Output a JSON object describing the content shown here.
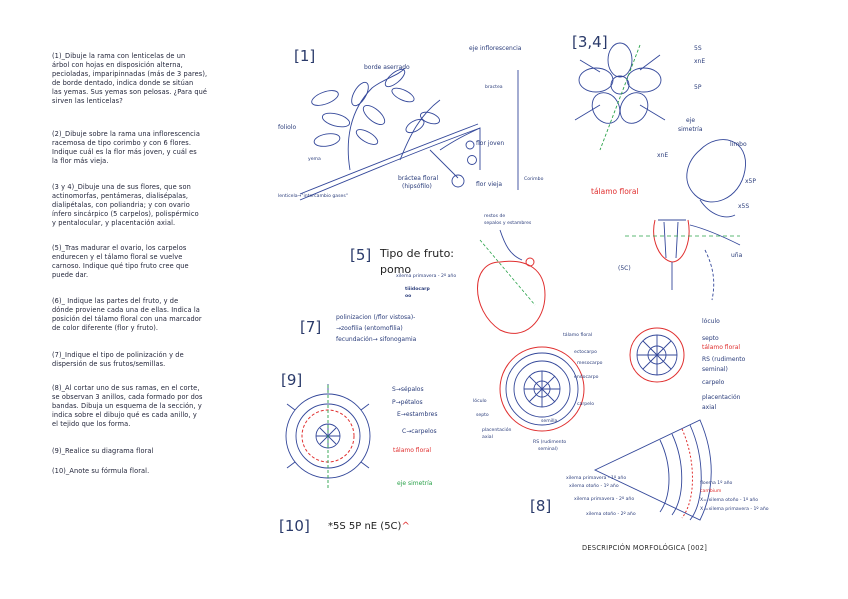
{
  "questions": [
    [
      "(1)_Dibuje la rama con lenticelas de un",
      "árbol con hojas en disposición alterna,",
      "pecioladas, imparipinnadas (más de 3 pares),",
      "de borde dentado, indica donde se sitúan",
      "las yemas. Sus yemas son pelosas. ¿Para qué",
      "sirven las lenticelas?"
    ],
    [
      "(2)_Dibuje sobre la rama una inflorescencia",
      "racemosa de tipo corimbo y con 6 flores.",
      "Indique cuál es la flor más joven, y cuál es",
      "la flor más vieja."
    ],
    [
      "(3 y 4)_Dibuje una de sus flores, que son",
      "actinomorfas, pentámeras, dialisépalas,",
      "dialipétalas, con poliandria; y con ovario",
      "ínfero sincárpico (5 carpelos), polispérmico",
      "y pentalocular, y placentación axial."
    ],
    [
      "(5)_Tras madurar el ovario, los carpelos",
      "endurecen y el tálamo floral se vuelve",
      "carnoso. Indique qué tipo fruto cree que",
      "puede dar."
    ],
    [
      "(6)_ Indique las partes del fruto, y de",
      "dónde proviene cada una de ellas. Indica la",
      "posición del tálamo floral con una marcador",
      "de color diferente (flor y fruto)."
    ],
    [
      " (7)_Indique el tipo de polinización y de",
      "dispersión de sus frutos/semillas."
    ],
    [
      "(8)_Al cortar uno de sus ramas, en el corte,",
      "se observan 3 anillos, cada formado por dos",
      "bandas. Dibuja un esquema de la sección, y",
      "indica sobre el dibujo qué es cada anillo, y",
      "el tejido que los forma."
    ],
    [
      " (9)_Realice su diagrama floral"
    ],
    [
      "(10)_Anote su fórmula floral."
    ]
  ],
  "section_numbers": {
    "s1": "[1]",
    "s34": "[3,4]",
    "s5": "[5]",
    "s7": "[7]",
    "s9": "[9]",
    "s10": "[10]",
    "s8": "[8]"
  },
  "sec1": {
    "borde": "borde aserrado",
    "eje": "eje inflorescencia",
    "bractea": "bractea",
    "foliolo": "foliolo",
    "yema": "yema",
    "flor_joven": "flor joven",
    "corimbo": "Corimbo",
    "bractea_floral_1": "bráctea floral",
    "bractea_floral_2": "(hipsófilo)",
    "flor_vieja": "flor vieja",
    "lenticela": "lenticela→\"intercambio gases\""
  },
  "sec34": {
    "s5": "5S",
    "xnE": "xnE",
    "p5": "5P",
    "eje1": "eje",
    "eje2": "simetría",
    "xnE2": "xnE",
    "limbo": "limbo",
    "talamo": "tálamo floral",
    "x5P": "x5P",
    "x5S": "x5S",
    "una": "uña",
    "c5": "(5C)"
  },
  "sec5": {
    "tipo1": "Tipo de fruto:",
    "tipo2": "pomo",
    "restos1": "restos de",
    "restos2": "sepalos y estambres",
    "xilema": "xilema primavera - 2º año",
    "texto1": "tiiidocarp",
    "texto2": "oo"
  },
  "sec7": {
    "l1": "polinizacion (/flor vistosa)-",
    "l2": "→zoofilia (entomofilia)",
    "l3": "fecundación→ sifonogamia"
  },
  "fruit": {
    "talamo": "tálamo floral",
    "ectocarpo": "ectocarpo",
    "mesocarpo": "mesocarpo",
    "endocarpo": "endocarpo",
    "loculo": "lóculo",
    "carpelo": "carpelo",
    "septo": "septo",
    "semilla": "semilla",
    "plac1": "placentación",
    "plac2": "axial",
    "rs1": "RS (rudimento",
    "rs2": "seminal)"
  },
  "fruit2": {
    "loculo": "lóculo",
    "septo": "septo",
    "talamo": "tálamo floral",
    "rs1": "RS (rudimento",
    "rs2": "seminal)",
    "carpelo": "carpelo",
    "plac1": "placentación",
    "plac2": "axial"
  },
  "sec9": {
    "sepalos": "S→sépalos",
    "petalos": "P→pétalos",
    "estambres": "E→estambres",
    "carpelos": "C→carpelos",
    "talamo": "tálamo floral",
    "eje": "eje simetría"
  },
  "sec10": {
    "formula": "*5S 5P nE (5C)",
    "mark": "^"
  },
  "sec8": {
    "l1": "xilema primavera - 1º año",
    "l2": "xilema otoño - 1º año",
    "l3": "xilema primavera - 2º año",
    "l4": "xilema otoño - 2º año",
    "r1": "floema 1º año",
    "r2": "cambium",
    "r3": "X= xilema otoño - 1º año",
    "r4": "X =xilema primavera - 1º año"
  },
  "footer": "DESCRIPCIÓN MORFOLÓGICA [002]",
  "colors": {
    "ink": "#34489a",
    "red": "#e03030",
    "green": "#2aa24a"
  }
}
